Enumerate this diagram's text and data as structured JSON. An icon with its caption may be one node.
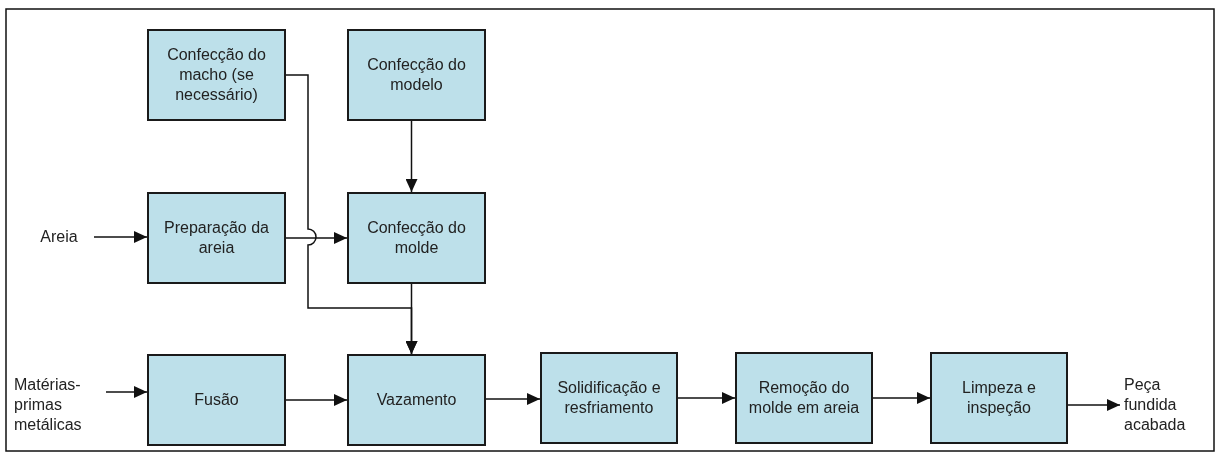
{
  "diagram": {
    "nodes": [
      {
        "text": [
          "Confecção do macho (se necessário)"
        ]
      },
      {
        "text": [
          "Confecção do modelo"
        ]
      },
      {
        "text": [
          "Areia"
        ]
      },
      {
        "text": [
          "Preparação da areia"
        ]
      },
      {
        "text": [
          "Confecção do molde"
        ]
      },
      {
        "text": [
          "Matérias-primas metálicas"
        ]
      },
      {
        "text": [
          "Fusão"
        ]
      },
      {
        "text": [
          "Vazamento"
        ]
      },
      {
        "text": [
          "Solidificação e resfriamento"
        ]
      },
      {
        "text": [
          "Remoção do molde em areia"
        ]
      },
      {
        "text": [
          "Limpeza e inspeção"
        ]
      },
      {
        "text": [
          "Peça fundida acabada"
        ]
      }
    ],
    "edges": [
      {
        "from": 2,
        "to": 3,
        "arrow": "to"
      },
      {
        "from": 3,
        "to": 4,
        "arrow": "to"
      },
      {
        "from": 1,
        "to": 4,
        "arrow": "to"
      },
      {
        "from": 0,
        "to": 7,
        "arrow": "to"
      },
      {
        "from": 4,
        "to": 7,
        "arrow": "to"
      },
      {
        "from": 5,
        "to": 6,
        "arrow": "to"
      },
      {
        "from": 6,
        "to": 7,
        "arrow": "to"
      },
      {
        "from": 7,
        "to": 8,
        "arrow": "to"
      },
      {
        "from": 8,
        "to": 9,
        "arrow": "to"
      },
      {
        "from": 9,
        "to": 10,
        "arrow": "to"
      },
      {
        "from": 10,
        "to": 11,
        "arrow": "to"
      }
    ]
  }
}
